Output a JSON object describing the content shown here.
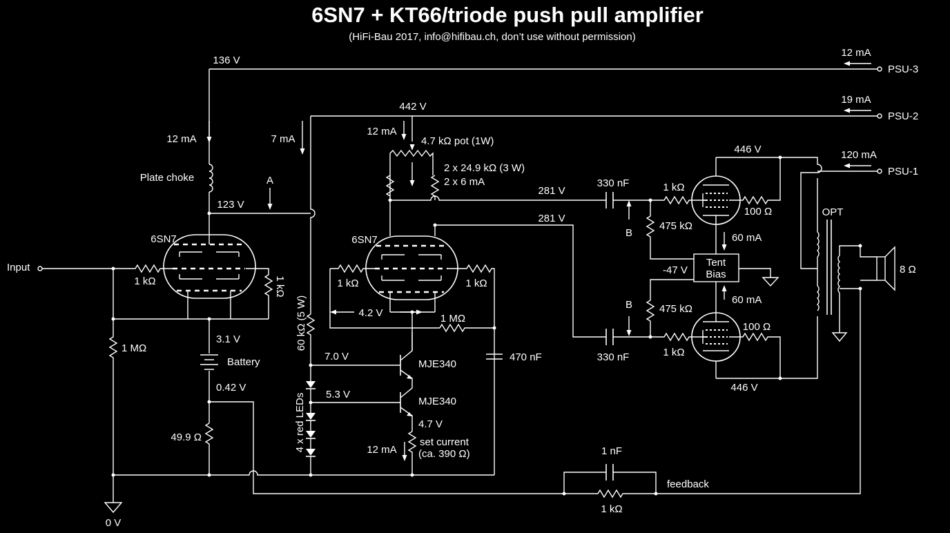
{
  "title": "6SN7 + KT66/triode push pull amplifier",
  "subtitle": "(HiFi-Bau 2017, info@hifibau.ch, don’t use without permission)",
  "colors": {
    "background": "#000000",
    "line": "#ffffff"
  },
  "labels": {
    "v136": "136 V",
    "i12_psu3": "12 mA",
    "psu3": "PSU-3",
    "i19": "19 mA",
    "psu2": "PSU-2",
    "v442": "442 V",
    "i12_pot": "12 mA",
    "pot": "4.7 kΩ pot (1W)",
    "res_249": "2 x 24.9 kΩ (3 W)",
    "i2x6": "2 x 6 mA",
    "i12_choke": "12 mA",
    "i7": "7 mA",
    "plate_choke": "Plate choke",
    "label_a": "A",
    "v123": "123 V",
    "v281_top": "281 V",
    "v281_bot": "281 V",
    "c330_top": "330 nF",
    "c330_bot": "330 nF",
    "r1k_grid_top": "1 kΩ",
    "r1k_grid_bot": "1 kΩ",
    "v446_top": "446 V",
    "v446_bot": "446 V",
    "i120": "120 mA",
    "psu1": "PSU-1",
    "r100_top": "100 Ω",
    "r100_bot": "100 Ω",
    "label_b_top": "B",
    "label_b_bot": "B",
    "r475_top": "475 kΩ",
    "r475_bot": "475 kΩ",
    "i60_top": "60 mA",
    "i60_bot": "60 mA",
    "tent": "Tent",
    "bias": "Bias",
    "vneg47": "-47 V",
    "opt": "OPT",
    "r8": "8 Ω",
    "tube1": "6SN7",
    "tube2": "6SN7",
    "input": "Input",
    "r1k_in": "1 kΩ",
    "r1k_rot": "1 kΩ",
    "r1meg": "1 MΩ",
    "v31": "3.1 V",
    "battery": "Battery",
    "v042": "0.42 V",
    "r499": "49.9 Ω",
    "v0": "0 V",
    "r60k": "60 kΩ (5 W)",
    "r1k_t2l": "1 kΩ",
    "r1k_t2r": "1 kΩ",
    "v42": "4.2 V",
    "r1meg_t2": "1 MΩ",
    "c470": "470 nF",
    "v70": "7.0 V",
    "q1": "MJE340",
    "v53": "5.3 V",
    "q2": "MJE340",
    "leds": "4 x red LEDs",
    "v47": "4.7 V",
    "set1": "set current",
    "set2": "(ca. 390 Ω)",
    "i12_ccs": "12 mA",
    "c1n": "1 nF",
    "feedback": "feedback",
    "r1k_fb": "1 kΩ"
  }
}
